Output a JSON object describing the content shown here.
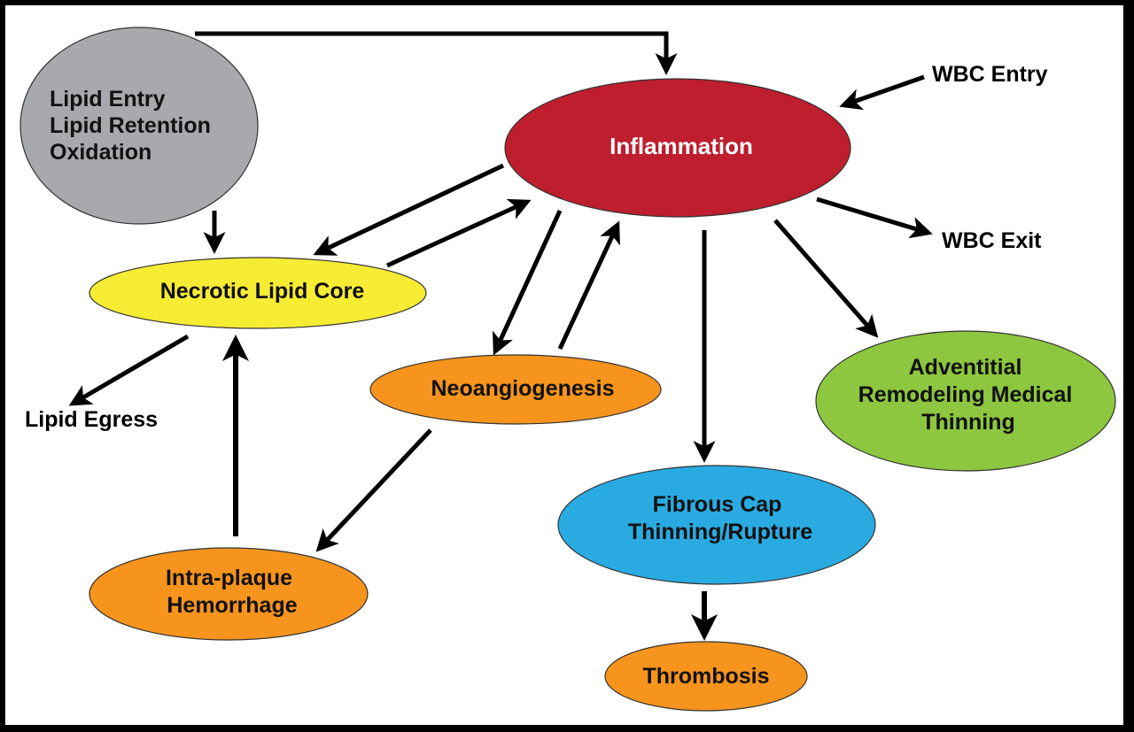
{
  "diagram": {
    "colors": {
      "gray": "#a7a9ac",
      "red": "#be1e2d",
      "yellow": "#f7ec34",
      "orange": "#f7941d",
      "green": "#8dc63f",
      "blue": "#29abe2",
      "arrow": "#000000",
      "frame": "#000000"
    },
    "nodes": {
      "lipid_entry": {
        "lines": [
          "Lipid Entry",
          "Lipid Retention",
          "Oxidation"
        ]
      },
      "inflammation": {
        "lines": [
          "Inflammation"
        ]
      },
      "necrotic_core": {
        "lines": [
          "Necrotic Lipid Core"
        ]
      },
      "neoangiogenesis": {
        "lines": [
          "Neoangiogenesis"
        ]
      },
      "intraplaque": {
        "lines": [
          "Intra-plaque",
          "Hemorrhage"
        ]
      },
      "fibrous_cap": {
        "lines": [
          "Fibrous Cap",
          "Thinning/Rupture"
        ]
      },
      "thrombosis": {
        "lines": [
          "Thrombosis"
        ]
      },
      "adventitial": {
        "lines": [
          "Adventitial",
          "Remodeling Medical",
          "Thinning"
        ]
      }
    },
    "labels": {
      "wbc_entry": "WBC Entry",
      "wbc_exit": "WBC Exit",
      "lipid_egress": "Lipid Egress"
    },
    "edges": [
      {
        "from": "Lipid Entry/Retention/Oxidation",
        "to": "Inflammation"
      },
      {
        "from": "Lipid Entry/Retention/Oxidation",
        "to": "Necrotic Lipid Core"
      },
      {
        "from": "WBC Entry",
        "to": "Inflammation"
      },
      {
        "from": "Inflammation",
        "to": "WBC Exit"
      },
      {
        "from": "Inflammation",
        "to": "Necrotic Lipid Core"
      },
      {
        "from": "Necrotic Lipid Core",
        "to": "Inflammation"
      },
      {
        "from": "Inflammation",
        "to": "Neoangiogenesis"
      },
      {
        "from": "Neoangiogenesis",
        "to": "Inflammation"
      },
      {
        "from": "Inflammation",
        "to": "Fibrous Cap Thinning/Rupture"
      },
      {
        "from": "Inflammation",
        "to": "Adventitial Remodeling Medical Thinning"
      },
      {
        "from": "Necrotic Lipid Core",
        "to": "Lipid Egress"
      },
      {
        "from": "Intra-plaque Hemorrhage",
        "to": "Necrotic Lipid Core"
      },
      {
        "from": "Neoangiogenesis",
        "to": "Intra-plaque Hemorrhage"
      },
      {
        "from": "Fibrous Cap Thinning/Rupture",
        "to": "Thrombosis"
      }
    ]
  }
}
